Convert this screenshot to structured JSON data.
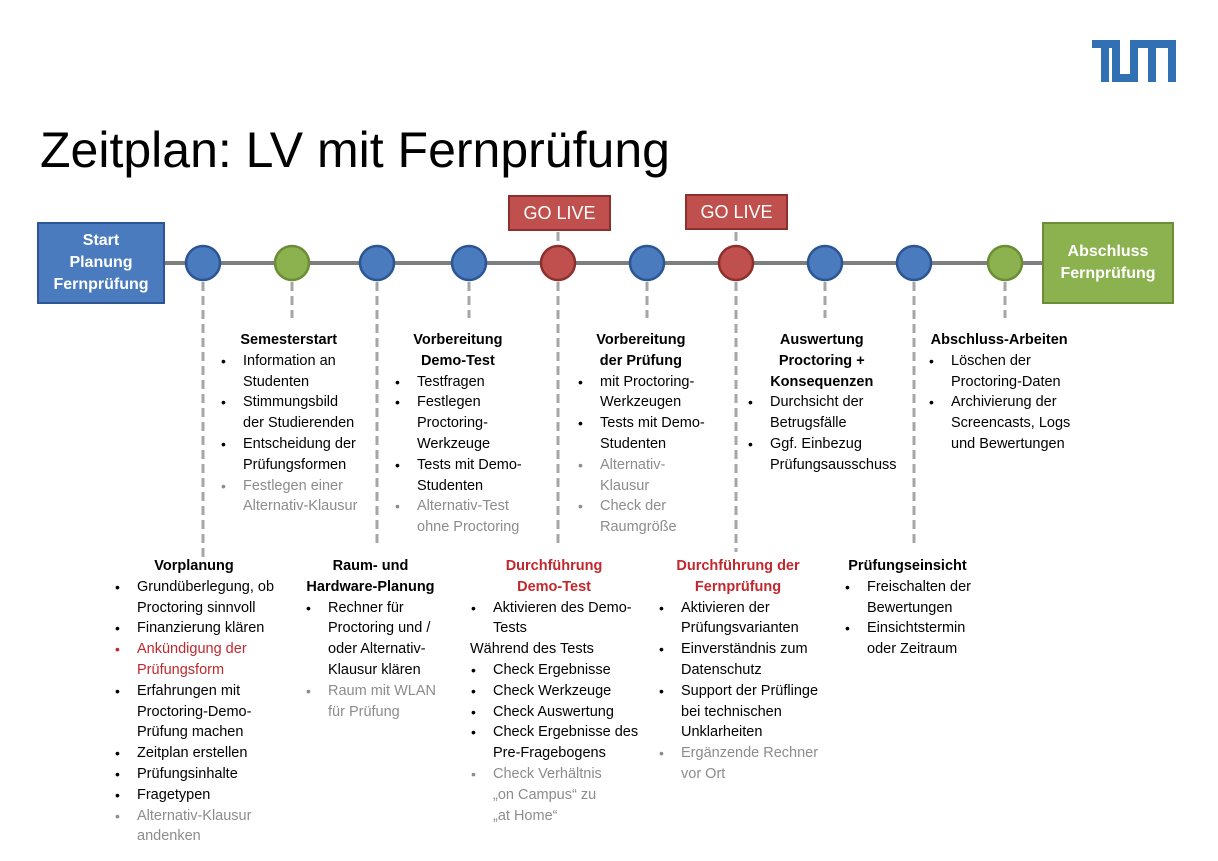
{
  "title": "Zeitplan: LV mit Fernprüfung",
  "logo_text": "TUM",
  "colors": {
    "blue": "#4a7bbf",
    "green": "#8bb24e",
    "red": "#c0504d",
    "red_text": "#c0282e",
    "grey_text": "#8c8c8c",
    "line": "#7f7f7f"
  },
  "start_box": {
    "lines": [
      "Start",
      "Planung",
      "Fernprüfung"
    ]
  },
  "end_box": {
    "lines": [
      "Abschluss",
      "Fernprüfung"
    ]
  },
  "go_live": [
    "GO LIVE",
    "GO LIVE"
  ],
  "milestones": [
    "blue",
    "green",
    "blue",
    "blue",
    "red",
    "blue",
    "red",
    "blue",
    "blue",
    "green"
  ],
  "top_blocks": {
    "semesterstart": {
      "heading": [
        "Semesterstart"
      ],
      "items": [
        {
          "lines": [
            "Information an",
            "Studenten"
          ],
          "style": "normal"
        },
        {
          "lines": [
            "Stimmungsbild",
            "der Studierenden"
          ],
          "style": "normal"
        },
        {
          "lines": [
            "Entscheidung der",
            "Prüfungsformen"
          ],
          "style": "normal"
        },
        {
          "lines": [
            "Festlegen einer",
            "Alternativ-Klausur"
          ],
          "style": "grey"
        }
      ]
    },
    "demo_test": {
      "heading": [
        "Vorbereitung",
        "Demo-Test"
      ],
      "items": [
        {
          "lines": [
            "Testfragen"
          ],
          "style": "normal"
        },
        {
          "lines": [
            "Festlegen",
            "Proctoring-",
            "Werkzeuge"
          ],
          "style": "normal"
        },
        {
          "lines": [
            "Tests mit Demo-",
            "Studenten"
          ],
          "style": "normal"
        },
        {
          "lines": [
            "Alternativ-Test",
            "ohne Proctoring"
          ],
          "style": "grey"
        }
      ]
    },
    "pruefung": {
      "heading": [
        "Vorbereitung",
        "der Prüfung"
      ],
      "items": [
        {
          "lines": [
            "mit Proctoring-",
            "Werkzeugen"
          ],
          "style": "normal"
        },
        {
          "lines": [
            "Tests mit Demo-",
            "Studenten"
          ],
          "style": "normal"
        },
        {
          "lines": [
            "Alternativ-",
            "Klausur"
          ],
          "style": "grey"
        },
        {
          "lines": [
            "Check der",
            "Raumgröße"
          ],
          "style": "grey"
        }
      ]
    },
    "auswertung": {
      "heading": [
        "Auswertung",
        "Proctoring +",
        "Konsequenzen"
      ],
      "items": [
        {
          "lines": [
            "Durchsicht der",
            "Betrugsfälle"
          ],
          "style": "normal"
        },
        {
          "lines": [
            "Ggf. Einbezug",
            "Prüfungsausschuss"
          ],
          "style": "normal"
        }
      ]
    },
    "abschluss": {
      "heading": [
        "Abschluss-Arbeiten"
      ],
      "items": [
        {
          "lines": [
            "Löschen der",
            "Proctoring-Daten"
          ],
          "style": "normal"
        },
        {
          "lines": [
            "Archivierung der",
            "Screencasts, Logs",
            "und Bewertungen"
          ],
          "style": "normal"
        }
      ]
    }
  },
  "bottom_blocks": {
    "vorplanung": {
      "heading": [
        "Vorplanung"
      ],
      "items": [
        {
          "lines": [
            "Grundüberlegung, ob",
            "Proctoring sinnvoll"
          ],
          "style": "normal"
        },
        {
          "lines": [
            "Finanzierung klären"
          ],
          "style": "normal"
        },
        {
          "lines": [
            "Ankündigung der",
            "Prüfungsform"
          ],
          "style": "red"
        },
        {
          "lines": [
            "Erfahrungen mit",
            "Proctoring-Demo-",
            "Prüfung machen"
          ],
          "style": "normal"
        },
        {
          "lines": [
            "Zeitplan erstellen"
          ],
          "style": "normal"
        },
        {
          "lines": [
            "Prüfungsinhalte"
          ],
          "style": "normal"
        },
        {
          "lines": [
            "Fragetypen"
          ],
          "style": "normal"
        },
        {
          "lines": [
            "Alternativ-Klausur",
            "andenken"
          ],
          "style": "grey"
        }
      ]
    },
    "hardware": {
      "heading": [
        "Raum- und",
        "Hardware-Planung"
      ],
      "items": [
        {
          "lines": [
            "Rechner für",
            "Proctoring und /",
            "oder Alternativ-",
            "Klausur klären"
          ],
          "style": "normal"
        },
        {
          "lines": [
            "Raum mit WLAN",
            "für Prüfung"
          ],
          "style": "grey"
        }
      ]
    },
    "durchfuehrung_demo": {
      "heading": [
        "Durchführung",
        "Demo-Test"
      ],
      "items": [
        {
          "lines": [
            "Aktivieren des Demo-",
            "Tests"
          ],
          "style": "normal"
        },
        {
          "lines": [
            "Während des Tests"
          ],
          "style": "plain"
        },
        {
          "lines": [
            "Check Ergebnisse"
          ],
          "style": "normal"
        },
        {
          "lines": [
            "Check Werkzeuge"
          ],
          "style": "normal"
        },
        {
          "lines": [
            "Check Auswertung"
          ],
          "style": "normal"
        },
        {
          "lines": [
            "Check Ergebnisse des",
            "Pre-Fragebogens"
          ],
          "style": "normal"
        },
        {
          "lines": [
            "Check Verhältnis",
            "„on Campus“ zu",
            "„at Home“"
          ],
          "style": "grey"
        }
      ]
    },
    "durchfuehrung_fern": {
      "heading": [
        "Durchführung der",
        "Fernprüfung"
      ],
      "items": [
        {
          "lines": [
            "Aktivieren der",
            "Prüfungsvarianten"
          ],
          "style": "normal"
        },
        {
          "lines": [
            "Einverständnis zum",
            "Datenschutz"
          ],
          "style": "normal"
        },
        {
          "lines": [
            "Support der Prüflinge",
            "bei technischen",
            "Unklarheiten"
          ],
          "style": "normal"
        },
        {
          "lines": [
            "Ergänzende Rechner",
            "vor Ort"
          ],
          "style": "grey"
        }
      ]
    },
    "einsicht": {
      "heading": [
        "Prüfungseinsicht"
      ],
      "items": [
        {
          "lines": [
            "Freischalten der",
            "Bewertungen"
          ],
          "style": "normal"
        },
        {
          "lines": [
            "Einsichtstermin",
            "oder Zeitraum"
          ],
          "style": "normal"
        }
      ]
    }
  }
}
